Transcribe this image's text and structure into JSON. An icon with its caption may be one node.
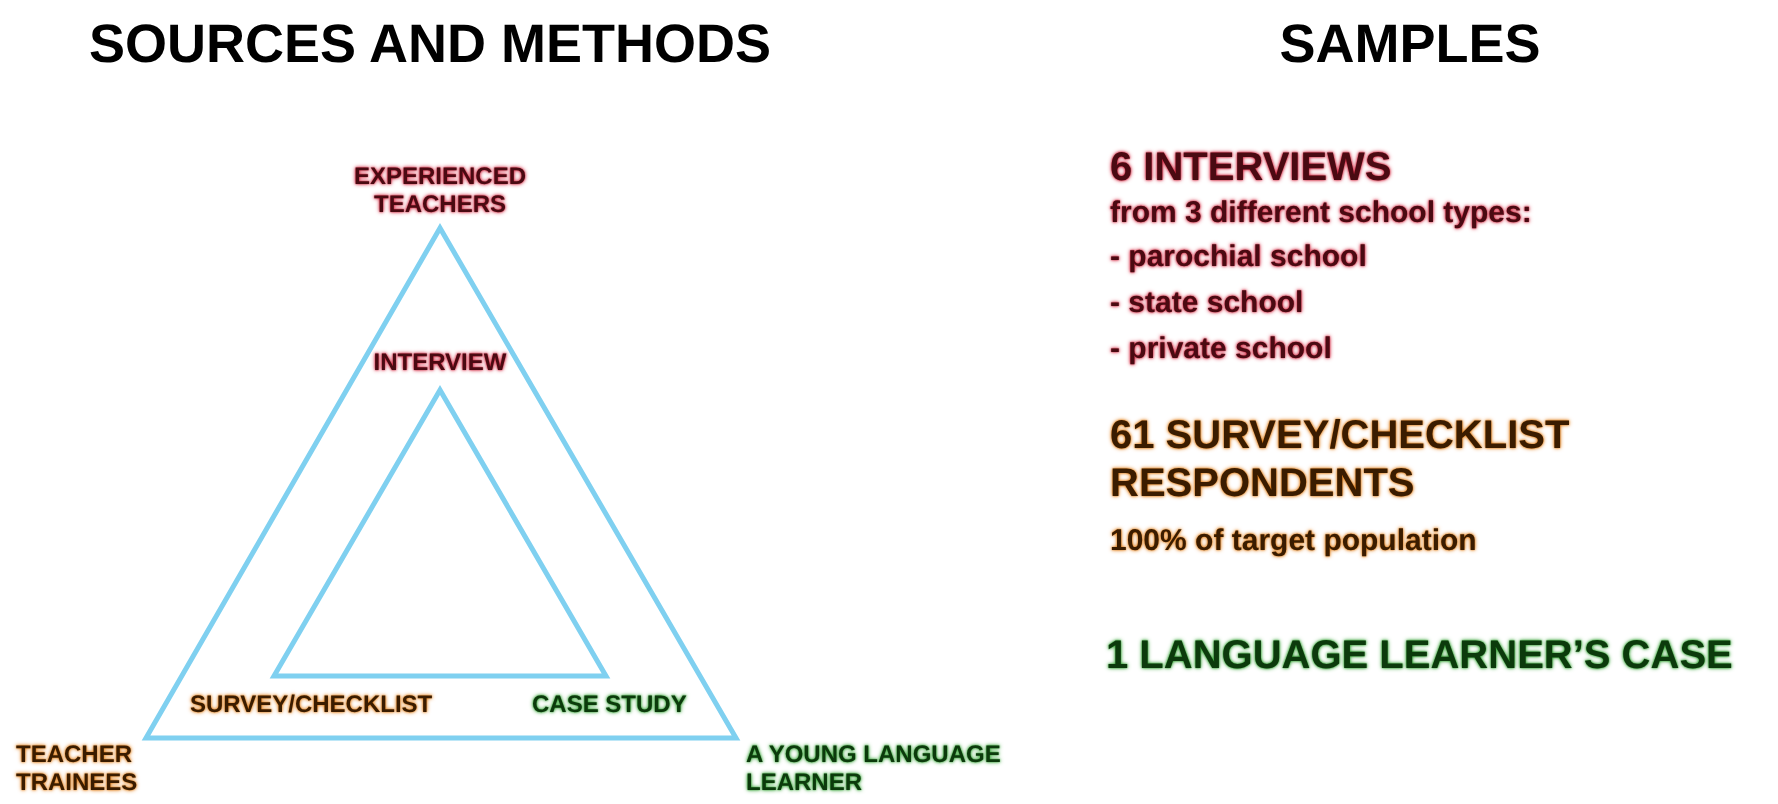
{
  "diagram": {
    "labels": [
      "SOURCES AND METHODS",
      "SAMPLES",
      "EXPERIENCED TEACHERS",
      "6 INTERVIEWS",
      "from 3 different school types:",
      "- parochial school",
      "- state school",
      "- private school",
      "INTERVIEW",
      "61 SURVEY/CHECKLIST RESPONDENTS",
      "100% of target population",
      "1 LANGUAGE LEARNER’S CASE",
      "SURVEY/CHECKLIST",
      "CASE STUDY",
      "TEACHER TRAINEES",
      "A YOUNG LANGUAGE LEARNER"
    ]
  }
}
